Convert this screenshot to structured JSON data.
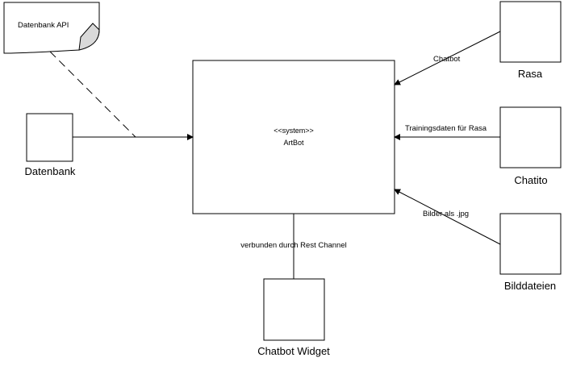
{
  "diagram": {
    "system": {
      "stereotype": "<<system>>",
      "name": "ArtBot"
    },
    "note": {
      "label": "Datenbank API"
    },
    "nodes": {
      "datenbank": "Datenbank",
      "rasa": "Rasa",
      "chatito": "Chatito",
      "bilddateien": "Bilddateien",
      "widget": "Chatbot Widget"
    },
    "edges": {
      "rasa": "Chatbot",
      "chatito": "Trainingsdaten für Rasa",
      "bilddateien": "Bilder als .jpg",
      "widget": "verbunden durch Rest Channel"
    }
  }
}
